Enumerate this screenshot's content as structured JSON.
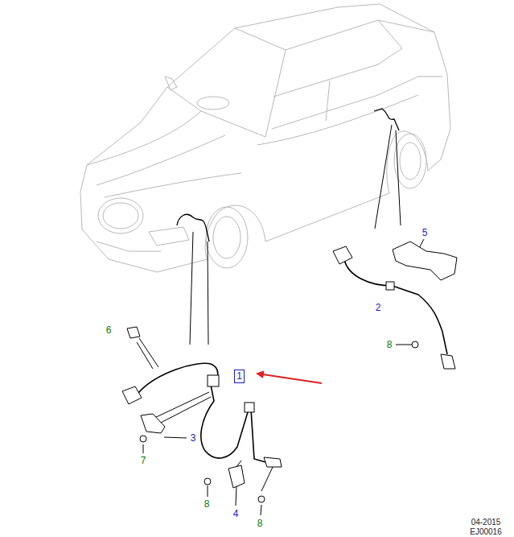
{
  "diagram": {
    "nodes": [
      {
        "text": [
          "1"
        ]
      }
    ],
    "labels": [
      "2",
      "3",
      "4",
      "5",
      "6",
      "7",
      "8",
      "8",
      "8",
      "04-2015",
      "EJ00016"
    ]
  }
}
